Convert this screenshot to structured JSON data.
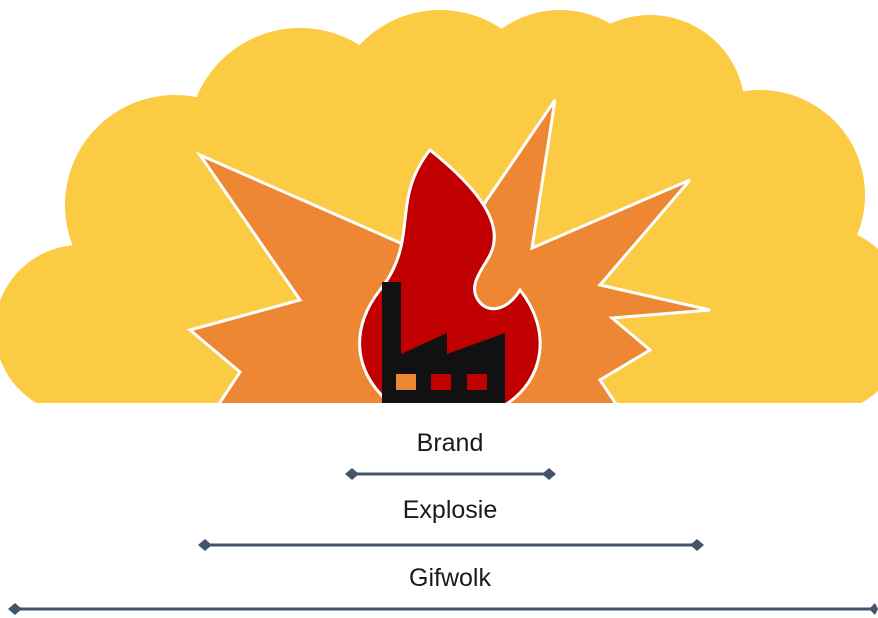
{
  "colors": {
    "gifwolk": "#FBCB43",
    "explosie": "#EE8734",
    "brand": "#C00000",
    "factory": "#111111",
    "outline": "#FFFFFF",
    "range_line": "#44546A",
    "label_text": "#1A1A1A",
    "window_1": "#EE8734",
    "window_2": "#C00000",
    "window_3": "#C00000"
  },
  "icons": {
    "cloud": "toxic-cloud-icon",
    "explosion": "explosion-burst-icon",
    "fire": "flame-icon",
    "factory": "factory-icon"
  },
  "zones": [
    {
      "label": "Brand"
    },
    {
      "label": "Explosie"
    },
    {
      "label": "Gifwolk"
    }
  ]
}
